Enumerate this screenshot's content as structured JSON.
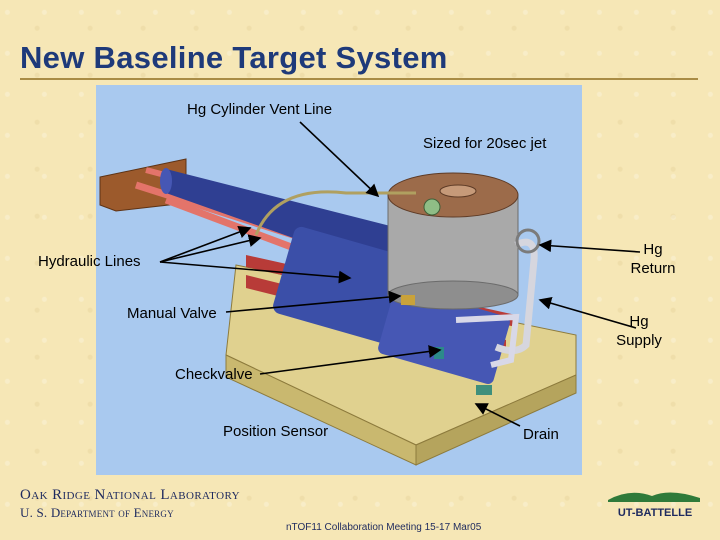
{
  "slide": {
    "title": "New Baseline Target System"
  },
  "labels": {
    "vent_line": "Hg Cylinder Vent Line",
    "sized": "Sized for 20sec jet",
    "hydraulic": "Hydraulic Lines",
    "hg_return_1": "Hg",
    "hg_return_2": "Return",
    "manual_valve": "Manual Valve",
    "hg_supply_1": "Hg",
    "hg_supply_2": "Supply",
    "checkvalve": "Checkvalve",
    "position_sensor": "Position Sensor",
    "drain": "Drain"
  },
  "footer": {
    "org_line1": "Oak Ridge National Laboratory",
    "org_line2": "U. S. Department of Energy",
    "meeting": "nTOF11 Collaboration Meeting 15-17 Mar05",
    "logo_text": "UT-BATTELLE"
  },
  "colors": {
    "title": "#1e3a7a",
    "figure_bg": "#a9c9ef",
    "base": "#e0d18f",
    "cylinder": "#3b4fa8",
    "vessel": "#a9a9a9",
    "rods": "#e3746a"
  }
}
